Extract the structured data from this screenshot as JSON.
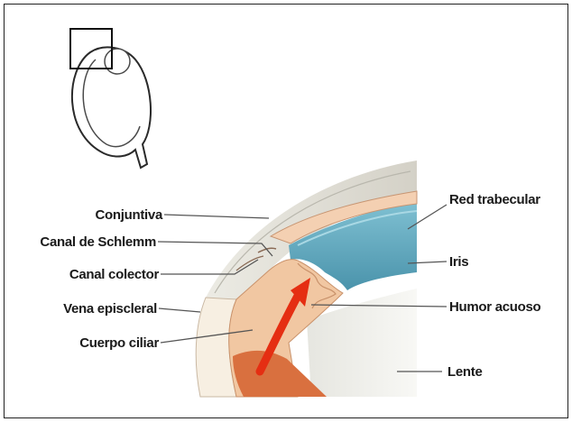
{
  "labels": {
    "conjuntiva": "Conjuntiva",
    "canal_schlemm": "Canal de Schlemm",
    "canal_colector": "Canal colector",
    "vena_episcleral": "Vena episcleral",
    "cuerpo_ciliar": "Cuerpo ciliar",
    "red_trabecular": "Red trabecular",
    "iris": "Iris",
    "humor_acuoso": "Humor acuoso",
    "lente": "Lente"
  },
  "colors": {
    "sclera": "#f7f2ea",
    "cornea": "#dcd9cf",
    "iris": "#5fa9c0",
    "ciliary_body": "#f1c7a2",
    "muscle": "#d9703f",
    "aqueous_arrow": "#e52e12",
    "lens": "#f2f2ee"
  }
}
